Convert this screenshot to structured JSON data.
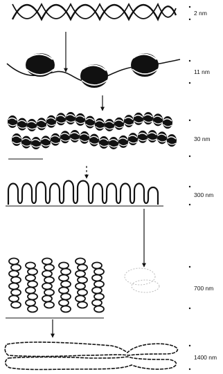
{
  "levels": [
    {
      "label": "2 nm"
    },
    {
      "label": "11 nm"
    },
    {
      "label": "30 nm"
    },
    {
      "label": "300 nm"
    },
    {
      "label": "700 nm"
    },
    {
      "label": "1400 nm"
    }
  ],
  "colors": {
    "ink": "#111111",
    "background": "#ffffff"
  }
}
